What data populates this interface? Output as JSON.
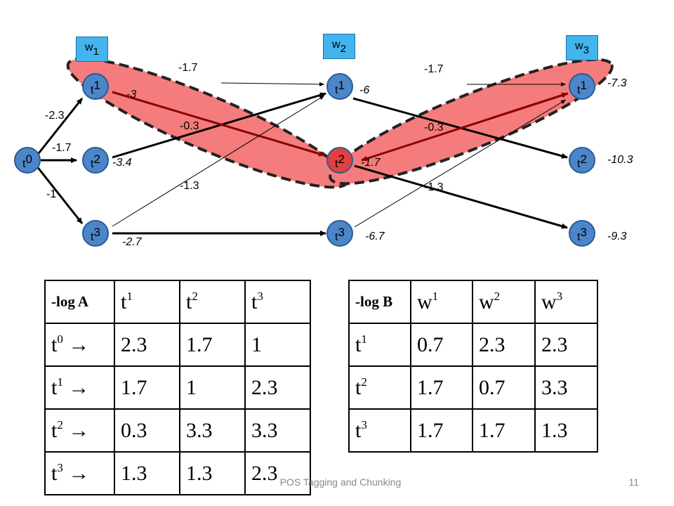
{
  "words": [
    {
      "base": "w",
      "sub": "1"
    },
    {
      "base": "w",
      "sub": "2"
    },
    {
      "base": "w",
      "sub": "3"
    }
  ],
  "start_node": {
    "base": "t",
    "sup": "0"
  },
  "nodes": [
    {
      "base": "t",
      "sup": "1"
    },
    {
      "base": "t",
      "sup": "2"
    },
    {
      "base": "t",
      "sup": "3"
    }
  ],
  "edge_labels": {
    "start_t1": "-2.3",
    "start_t2": "-1.7",
    "start_t3": "-1",
    "c1_top": "-1.7",
    "c1_mid": "-0.3",
    "c1_bot": "-1.3",
    "c2_top": "-1.7",
    "c2_mid": "-0.3",
    "c2_bot": "-1.3"
  },
  "scores": {
    "col1": [
      "-3",
      "-3.4",
      "-2.7"
    ],
    "col2": [
      "-6",
      "-1.7",
      "-6.7"
    ],
    "col3": [
      "-7.3",
      "-10.3",
      "-9.3"
    ]
  },
  "highlight_colors": {
    "fill": "#f47c7c",
    "stroke": "#222222",
    "arrow": "#8b0000"
  },
  "table_a": {
    "header": "-log A",
    "columns": [
      {
        "base": "t",
        "sup": "1"
      },
      {
        "base": "t",
        "sup": "2"
      },
      {
        "base": "t",
        "sup": "3"
      }
    ],
    "arrow": "→",
    "rows": [
      {
        "base": "t",
        "sup": "0",
        "values": [
          "2.3",
          "1.7",
          "1"
        ]
      },
      {
        "base": "t",
        "sup": "1",
        "values": [
          "1.7",
          "1",
          "2.3"
        ]
      },
      {
        "base": "t",
        "sup": "2",
        "values": [
          "0.3",
          "3.3",
          "3.3"
        ]
      },
      {
        "base": "t",
        "sup": "3",
        "values": [
          "1.3",
          "1.3",
          "2.3"
        ]
      }
    ]
  },
  "table_b": {
    "header": "-log B",
    "columns": [
      {
        "base": "w",
        "sup": "1"
      },
      {
        "base": "w",
        "sup": "2"
      },
      {
        "base": "w",
        "sup": "3"
      }
    ],
    "rows": [
      {
        "base": "t",
        "sup": "1",
        "values": [
          "0.7",
          "2.3",
          "2.3"
        ]
      },
      {
        "base": "t",
        "sup": "2",
        "values": [
          "1.7",
          "0.7",
          "3.3"
        ]
      },
      {
        "base": "t",
        "sup": "3",
        "values": [
          "1.7",
          "1.7",
          "1.3"
        ]
      }
    ]
  },
  "footer": "POS Tagging and Chunking",
  "page_number": "11"
}
